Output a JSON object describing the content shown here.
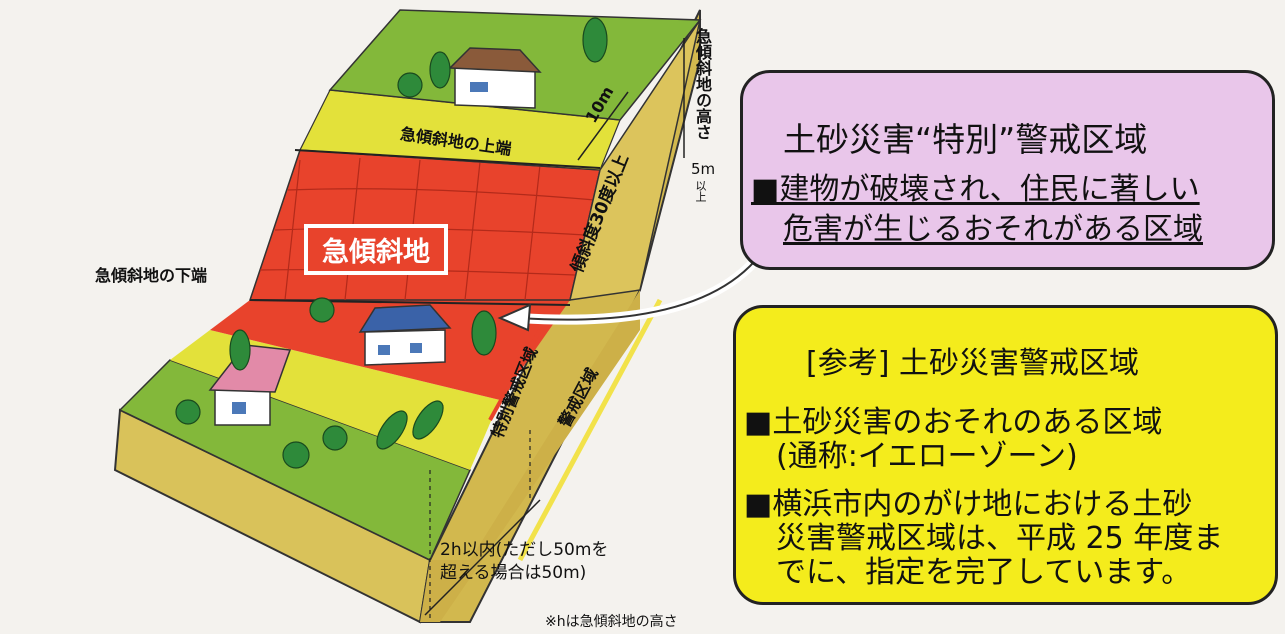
{
  "diagram": {
    "labels": {
      "steep_slope": "急傾斜地",
      "slope_top": "急傾斜地の上端",
      "slope_bottom": "急傾斜地の下端",
      "ten_m": "10m",
      "height": "急傾斜地の高さ",
      "five_m": "5m",
      "ijou": "以上",
      "slope_angle": "傾斜度30度以上",
      "special_zone": "特別警戒区域",
      "warning_zone": "警戒区域",
      "distance_line1": "2h以内(ただし50mを",
      "distance_line2": "超える場合は50m)",
      "footnote": "※hは急傾斜地の高さ"
    },
    "colors": {
      "green": "#83b83a",
      "yellow": "#e3e13a",
      "red": "#e8432c",
      "soil": "#d9c25a"
    }
  },
  "special_box": {
    "title": "土砂災害“特別”警戒区域",
    "line1": "■建物が破壊され、住民に著しい",
    "line2": "危害が生じるおそれがある区域",
    "fill": "#e9c6ea"
  },
  "reference_box": {
    "title": "[参考]  土砂災害警戒区域",
    "item1_line1": "■土砂災害のおそれのある区域",
    "item1_line2": "(通称:イエローゾーン)",
    "item2_line1": "■横浜市内のがけ地における土砂",
    "item2_line2": "災害警戒区域は、平成 25 年度ま",
    "item2_line3": "でに、指定を完了しています。",
    "fill": "#f4ec1c"
  }
}
